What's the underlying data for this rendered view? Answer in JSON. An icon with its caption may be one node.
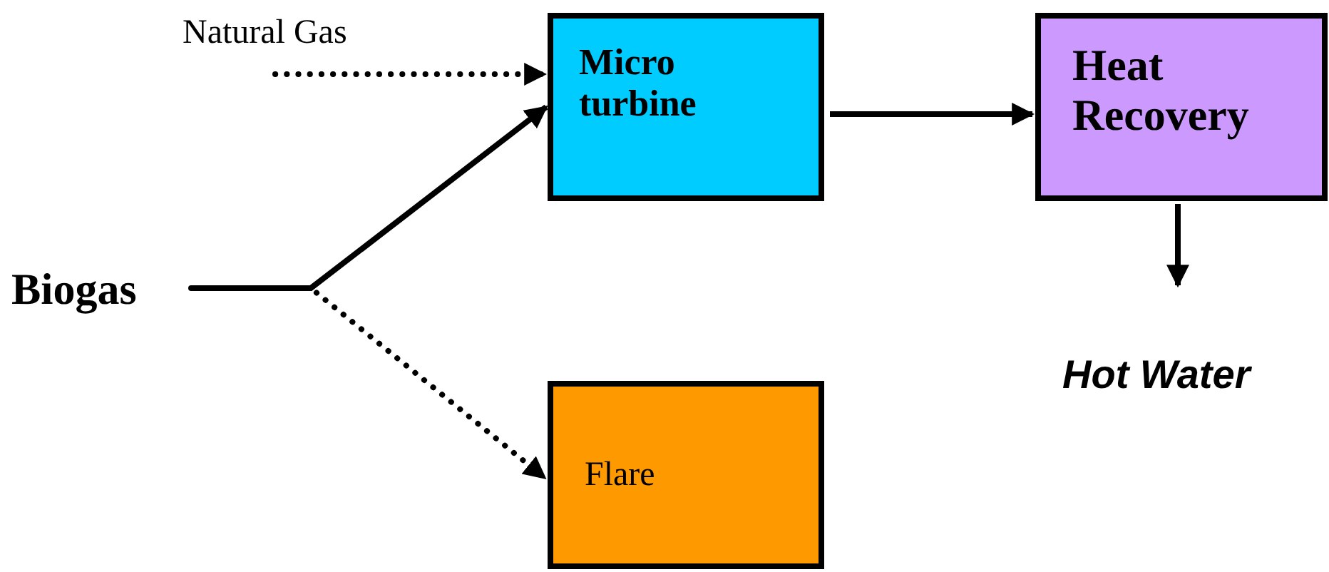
{
  "diagram": {
    "nodes": [
      {
        "text": [
          "Natural Gas"
        ]
      },
      {
        "text": [
          "Biogas"
        ]
      },
      {
        "text": [
          "Micro turbine"
        ]
      },
      {
        "text": [
          "Heat Recovery"
        ]
      },
      {
        "text": [
          "Flare"
        ]
      },
      {
        "text": [
          "Hot Water"
        ]
      }
    ],
    "edges": [
      {
        "from": 0,
        "to": 2,
        "arrow": "to",
        "style": "dashed"
      },
      {
        "from": 1,
        "to": 2,
        "arrow": "to"
      },
      {
        "from": 1,
        "to": 4,
        "arrow": "to",
        "style": "dashed"
      },
      {
        "from": 2,
        "to": 3,
        "arrow": "to"
      },
      {
        "from": 3,
        "to": 5,
        "arrow": "to"
      }
    ]
  }
}
